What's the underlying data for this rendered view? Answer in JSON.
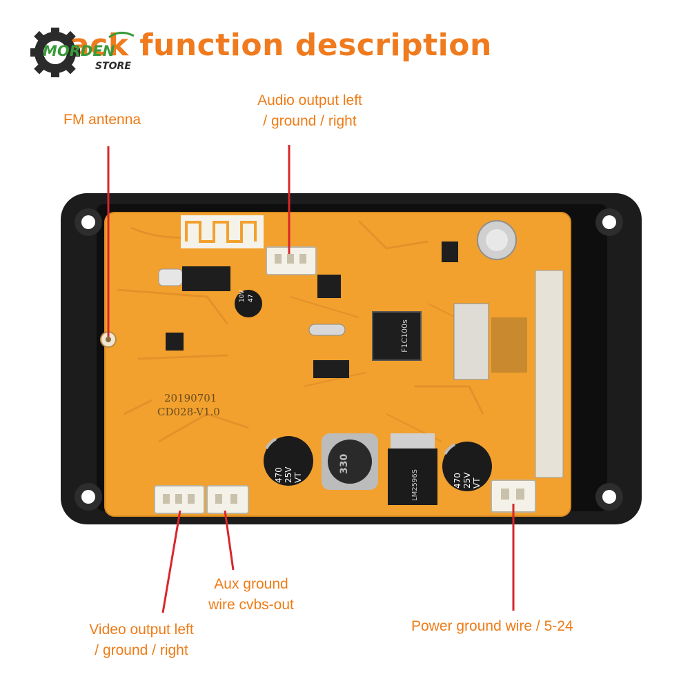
{
  "page": {
    "title": "Back function description",
    "logo_text": {
      "line1": "MORDEN",
      "line2": "STORE"
    }
  },
  "callouts": {
    "fm_antenna": {
      "lines": [
        "FM antenna"
      ]
    },
    "audio_output": {
      "lines": [
        "Audio output left",
        "/ ground / right"
      ]
    },
    "aux_ground": {
      "lines": [
        "Aux ground",
        "wire cvbs-out"
      ]
    },
    "video_output": {
      "lines": [
        "Video output left",
        "/ ground / right"
      ]
    },
    "power_ground": {
      "lines": [
        "Power ground wire / 5-24"
      ]
    }
  },
  "board": {
    "date_code": "20190701",
    "version": "CD028-V1.0",
    "chip_label": "F1C100s",
    "regulator_label": "LM2596S",
    "inductor_label": "330",
    "capacitors": [
      {
        "lines": [
          "470",
          "25V",
          "VT"
        ]
      },
      {
        "lines": [
          "470",
          "25V",
          "VT"
        ]
      }
    ],
    "small_cap": {
      "lines": [
        "10V",
        "47"
      ]
    }
  },
  "colors": {
    "accent": "#ef7b16",
    "pointer": "#d9262a",
    "pcb": "#f2a12e",
    "case": "#1c1c1c"
  }
}
